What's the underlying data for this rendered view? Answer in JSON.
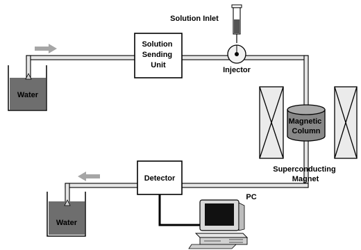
{
  "labels": {
    "water_top": "Water",
    "water_bottom": "Water",
    "solution_sending_unit": [
      "Solution",
      "Sending",
      "Unit"
    ],
    "solution_inlet": "Solution Inlet",
    "injector": "Injector",
    "magnetic_column": [
      "Magnetic",
      "Column"
    ],
    "superconducting_magnet": [
      "Superconducting",
      "Magnet"
    ],
    "detector": "Detector",
    "pc": "PC"
  },
  "colors": {
    "tube": "#e6e6e6",
    "water": "#6e6e6e",
    "arrow": "#a6a6a6",
    "column": "#888888",
    "line": "#000000"
  }
}
